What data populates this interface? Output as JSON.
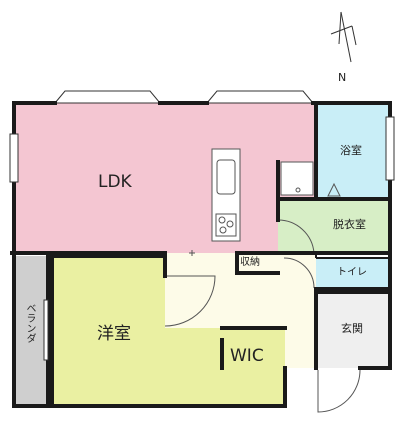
{
  "floorplan": {
    "rooms": {
      "ldk": "LDK",
      "bath": "浴室",
      "dressing": "脱衣室",
      "storage": "収納",
      "toilet": "トイレ",
      "western": "洋室",
      "wic": "WIC",
      "entrance": "玄関",
      "veranda": "ベランダ"
    },
    "compass": "N",
    "colors": {
      "ldk": "#f4c6d2",
      "bath": "#c9eef7",
      "dressing": "#d7eec6",
      "western": "#eaf0a2",
      "corridor": "#fdfbe8",
      "veranda": "#cfcfcf",
      "entrance": "#efefef",
      "wall": "#1a1a1a"
    }
  }
}
